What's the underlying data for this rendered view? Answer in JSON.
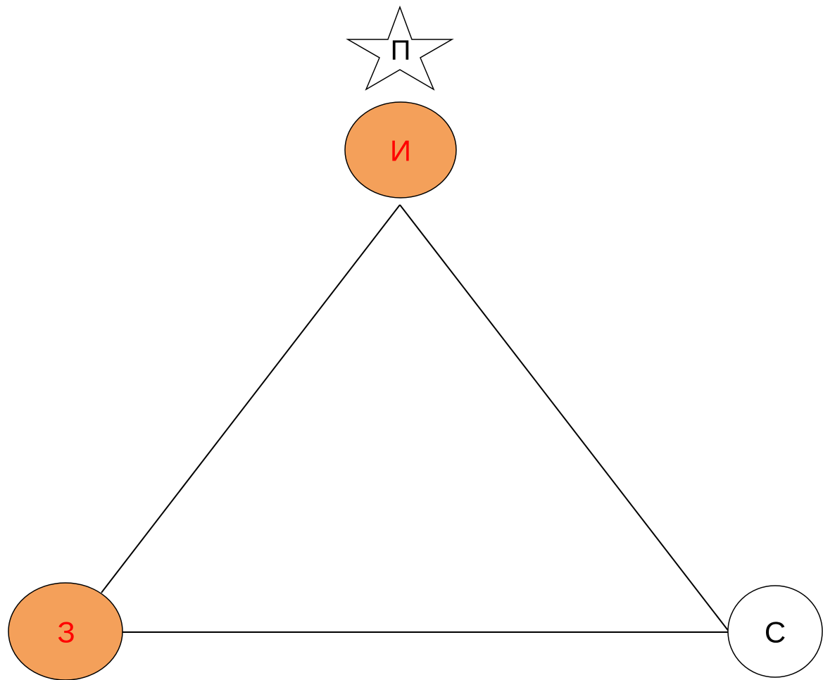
{
  "diagram": {
    "star": {
      "label": "П",
      "fill": "#ffffff",
      "text_color": "#000000"
    },
    "nodes": {
      "top": {
        "label": "И",
        "fill": "#f4a05a",
        "text_color": "#ff0000"
      },
      "left": {
        "label": "З",
        "fill": "#f4a05a",
        "text_color": "#ff0000"
      },
      "right": {
        "label": "С",
        "fill": "#ffffff",
        "text_color": "#000000"
      }
    },
    "edges": [
      {
        "from": "top",
        "to": "left"
      },
      {
        "from": "top",
        "to": "right"
      },
      {
        "from": "left",
        "to": "right"
      }
    ],
    "stroke_color": "#000000"
  }
}
